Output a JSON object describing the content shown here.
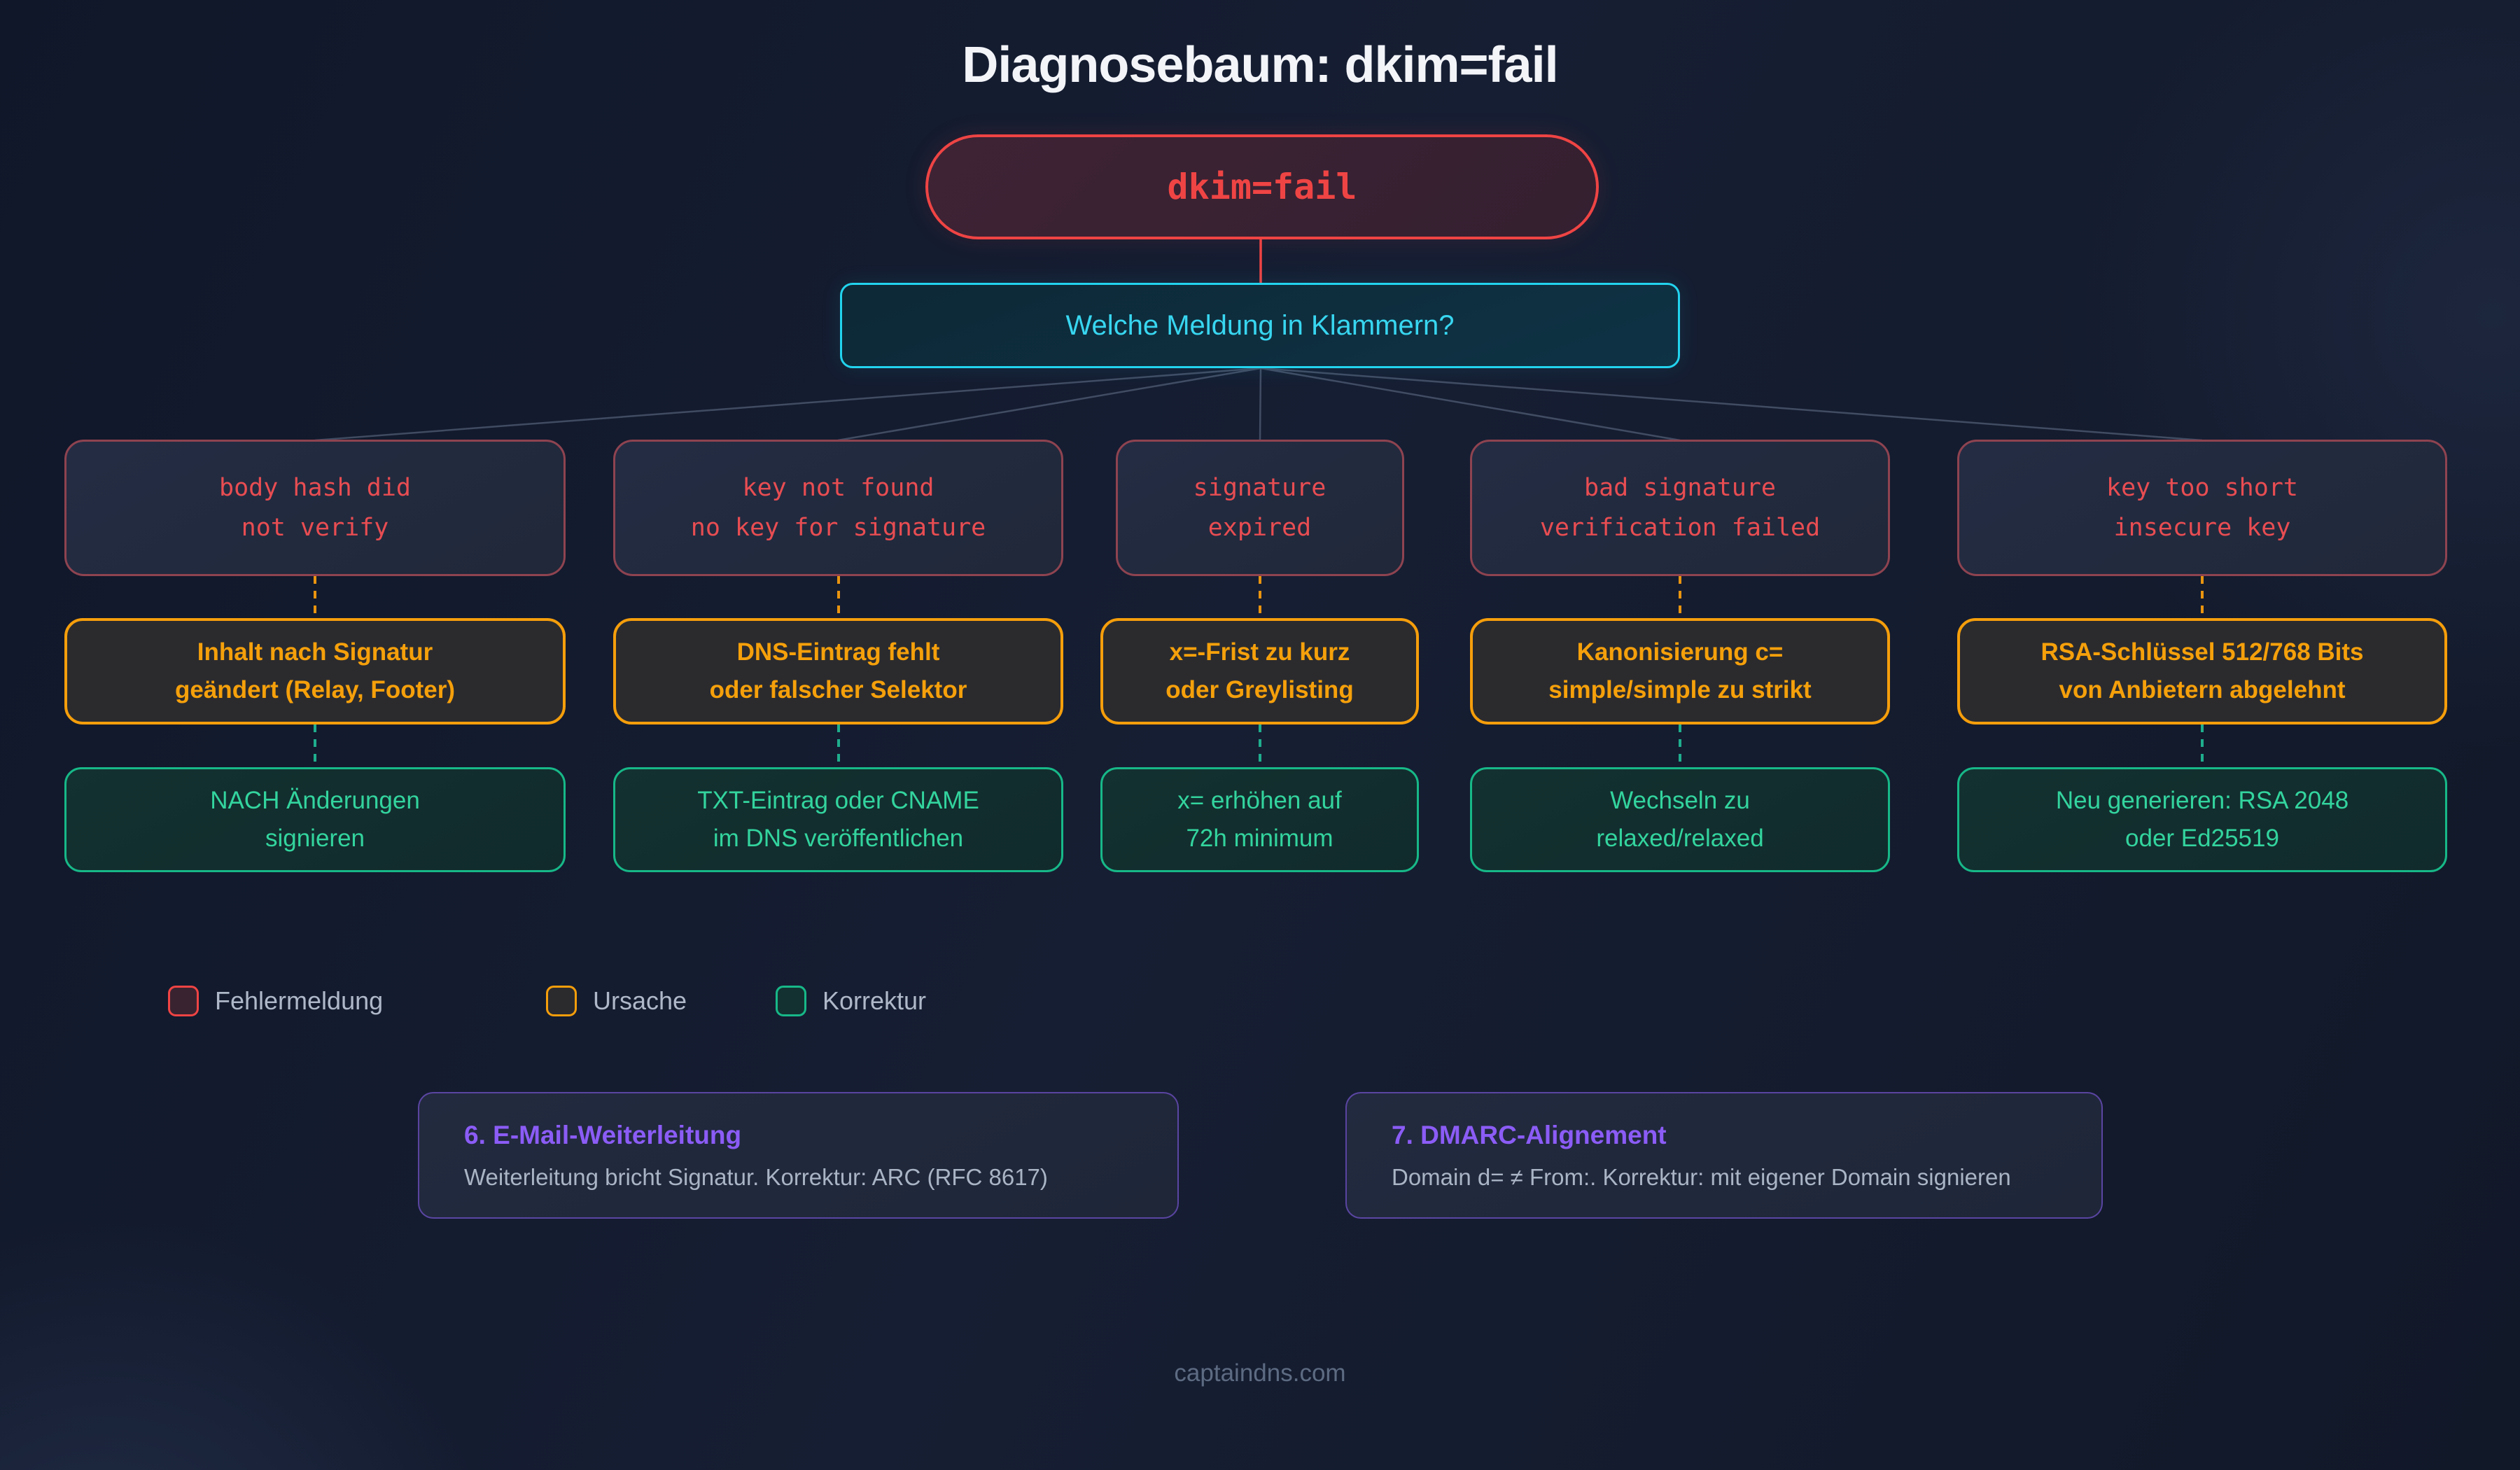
{
  "title": "Diagnosebaum: dkim=fail",
  "root": {
    "label": "dkim=fail"
  },
  "question": {
    "label": "Welche Meldung in Klammern?"
  },
  "columns": [
    {
      "error": "body hash did\nnot verify",
      "cause": "Inhalt nach Signatur\ngeändert (Relay, Footer)",
      "fix": "NACH Änderungen\nsignieren"
    },
    {
      "error": "key not found\nno key for signature",
      "cause": "DNS-Eintrag fehlt\noder falscher Selektor",
      "fix": "TXT-Eintrag oder CNAME\nim DNS veröffentlichen"
    },
    {
      "error": "signature\nexpired",
      "cause": "x=-Frist zu kurz\noder Greylisting",
      "fix": "x= erhöhen auf\n72h minimum"
    },
    {
      "error": "bad signature\nverification failed",
      "cause": "Kanonisierung c=\nsimple/simple zu strikt",
      "fix": "Wechseln zu\nrelaxed/relaxed"
    },
    {
      "error": "key too short\ninsecure key",
      "cause": "RSA-Schlüssel 512/768 Bits\nvon Anbietern abgelehnt",
      "fix": "Neu generieren: RSA 2048\noder Ed25519"
    }
  ],
  "legend": {
    "error": {
      "label": "Fehlermeldung",
      "color": "#ef4444"
    },
    "cause": {
      "label": "Ursache",
      "color": "#f59e0b"
    },
    "fix": {
      "label": "Korrektur",
      "color": "#17b888"
    }
  },
  "notes": [
    {
      "title": "6. E-Mail-Weiterleitung",
      "body": "Weiterleitung bricht Signatur. Korrektur: ARC (RFC 8617)"
    },
    {
      "title": "7. DMARC-Alignement",
      "body": "Domain d= ≠ From:. Korrektur: mit eigener Domain signieren"
    }
  ],
  "footer": "captaindns.com",
  "colors": {
    "error_text": "#e84d52",
    "error_border_muted": "#8e4350",
    "root_border": "#ef4444",
    "question_accent": "#22d3ee",
    "cause_accent": "#f59e0b",
    "fix_accent": "#17b888",
    "note_accent": "#8b5cf6",
    "background": "#131b2d"
  }
}
